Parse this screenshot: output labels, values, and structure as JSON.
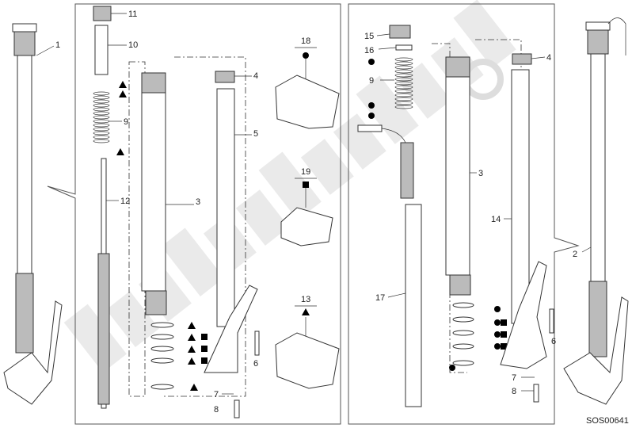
{
  "diagram": {
    "code": "SOS00641",
    "watermark": "PartsRepublik",
    "left_labels": {
      "p1": "1",
      "p11": "11",
      "p10": "10",
      "p9": "9",
      "p12": "12",
      "p3": "3",
      "p4": "4",
      "p5": "5",
      "p6": "6",
      "p7": "7",
      "p8": "8"
    },
    "kits": [
      {
        "label": "18",
        "marker": "circle"
      },
      {
        "label": "19",
        "marker": "square"
      },
      {
        "label": "13",
        "marker": "triangle"
      }
    ],
    "right_labels": {
      "p15": "15",
      "p16": "16",
      "p9": "9",
      "p3": "3",
      "p4": "4",
      "p14": "14",
      "p17": "17",
      "p6": "6",
      "p7": "7",
      "p8": "8",
      "p2": "2"
    }
  }
}
